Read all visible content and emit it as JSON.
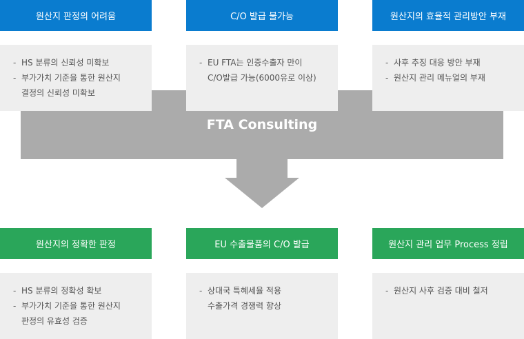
{
  "band": {
    "label": "FTA Consulting"
  },
  "top": [
    {
      "header": "원산지 판정의 어려움",
      "lines": [
        {
          "text": "HS 분류의 신뢰성 미확보",
          "bullet": true
        },
        {
          "text": "부가가치 기준을 통한 원산지",
          "bullet": true
        },
        {
          "text": "결정의 신뢰성 미확보",
          "bullet": false
        }
      ]
    },
    {
      "header": "C/O 발급 불가능",
      "lines": [
        {
          "text": "EU FTA는 인증수출자 만이",
          "bullet": true
        },
        {
          "text": "C/O발급 가능(6000유로 이상)",
          "bullet": false
        }
      ]
    },
    {
      "header": "원산지의 효율적 관리방안 부재",
      "lines": [
        {
          "text": "사후 추징 대응 방안 부재",
          "bullet": true
        },
        {
          "text": "원산지 관리 메뉴얼의 부재",
          "bullet": true
        }
      ]
    }
  ],
  "bottom": [
    {
      "header": "원산지의 정확한 판정",
      "lines": [
        {
          "text": "HS 분류의 정확성 확보",
          "bullet": true
        },
        {
          "text": "부가가치 기준을 통한 원산지",
          "bullet": true
        },
        {
          "text": "판정의 유효성 검증",
          "bullet": false
        }
      ]
    },
    {
      "header": "EU 수출물품의 C/O 발급",
      "lines": [
        {
          "text": "상대국 특혜세율 적용",
          "bullet": true
        },
        {
          "text": "수출가격 경쟁력 향상",
          "bullet": false
        }
      ]
    },
    {
      "header": "원산지 관리 업무 Process 정립",
      "lines": [
        {
          "text": "원산지 사후 검증 대비 철저",
          "bullet": true
        }
      ]
    }
  ],
  "bullet_char": "-",
  "colors": {
    "top_header": "#0a7ccf",
    "bottom_header": "#2aa65a",
    "band": "#ababab",
    "box": "#eeeeee"
  }
}
